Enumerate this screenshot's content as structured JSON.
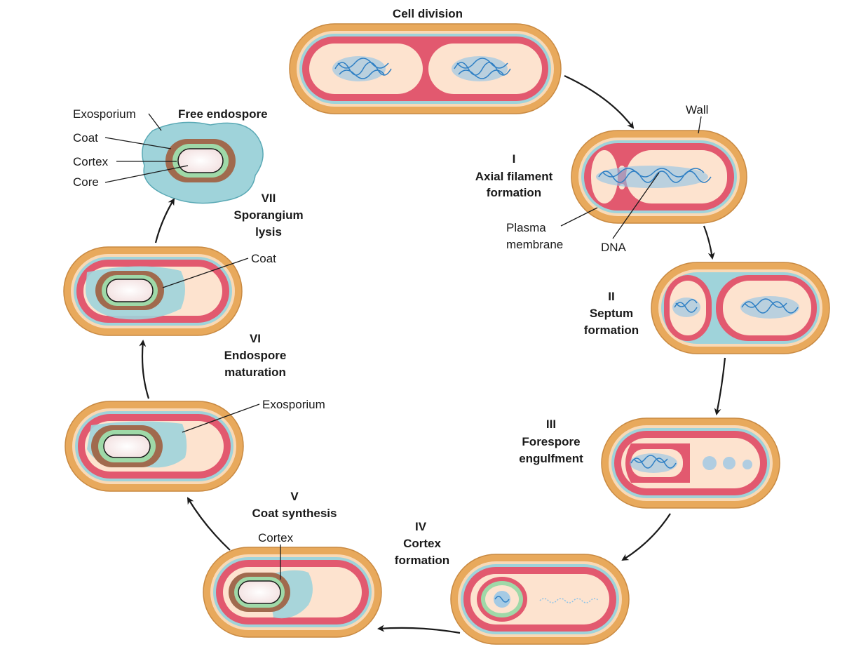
{
  "title": "Cell division",
  "stages": [
    {
      "numeral": "I",
      "lines": [
        "Axial filament",
        "formation"
      ]
    },
    {
      "numeral": "II",
      "lines": [
        "Septum",
        "formation"
      ]
    },
    {
      "numeral": "III",
      "lines": [
        "Forespore",
        "engulfment"
      ]
    },
    {
      "numeral": "IV",
      "lines": [
        "Cortex",
        "formation"
      ]
    },
    {
      "numeral": "V",
      "lines": [
        "Coat synthesis"
      ]
    },
    {
      "numeral": "VI",
      "lines": [
        "Endospore",
        "maturation"
      ]
    },
    {
      "numeral": "VII",
      "lines": [
        "Sporangium",
        "lysis"
      ]
    }
  ],
  "free_endospore": {
    "title": "Free endospore",
    "labels": [
      "Exosporium",
      "Coat",
      "Cortex",
      "Core"
    ]
  },
  "callouts": {
    "wall": "Wall",
    "plasma_membrane": [
      "Plasma",
      "membrane"
    ],
    "dna": "DNA",
    "cortex": "Cortex",
    "exosporium": "Exosporium",
    "coat": "Coat"
  },
  "colors": {
    "wall": "#e8a95c",
    "membrane": "#e2596f",
    "cytoplasm": "#fde3cf",
    "dna": "#2e7fc4",
    "exosporium": "#9fd3da",
    "coat": "#a06a4e",
    "cortex": "#9fd9a8"
  }
}
